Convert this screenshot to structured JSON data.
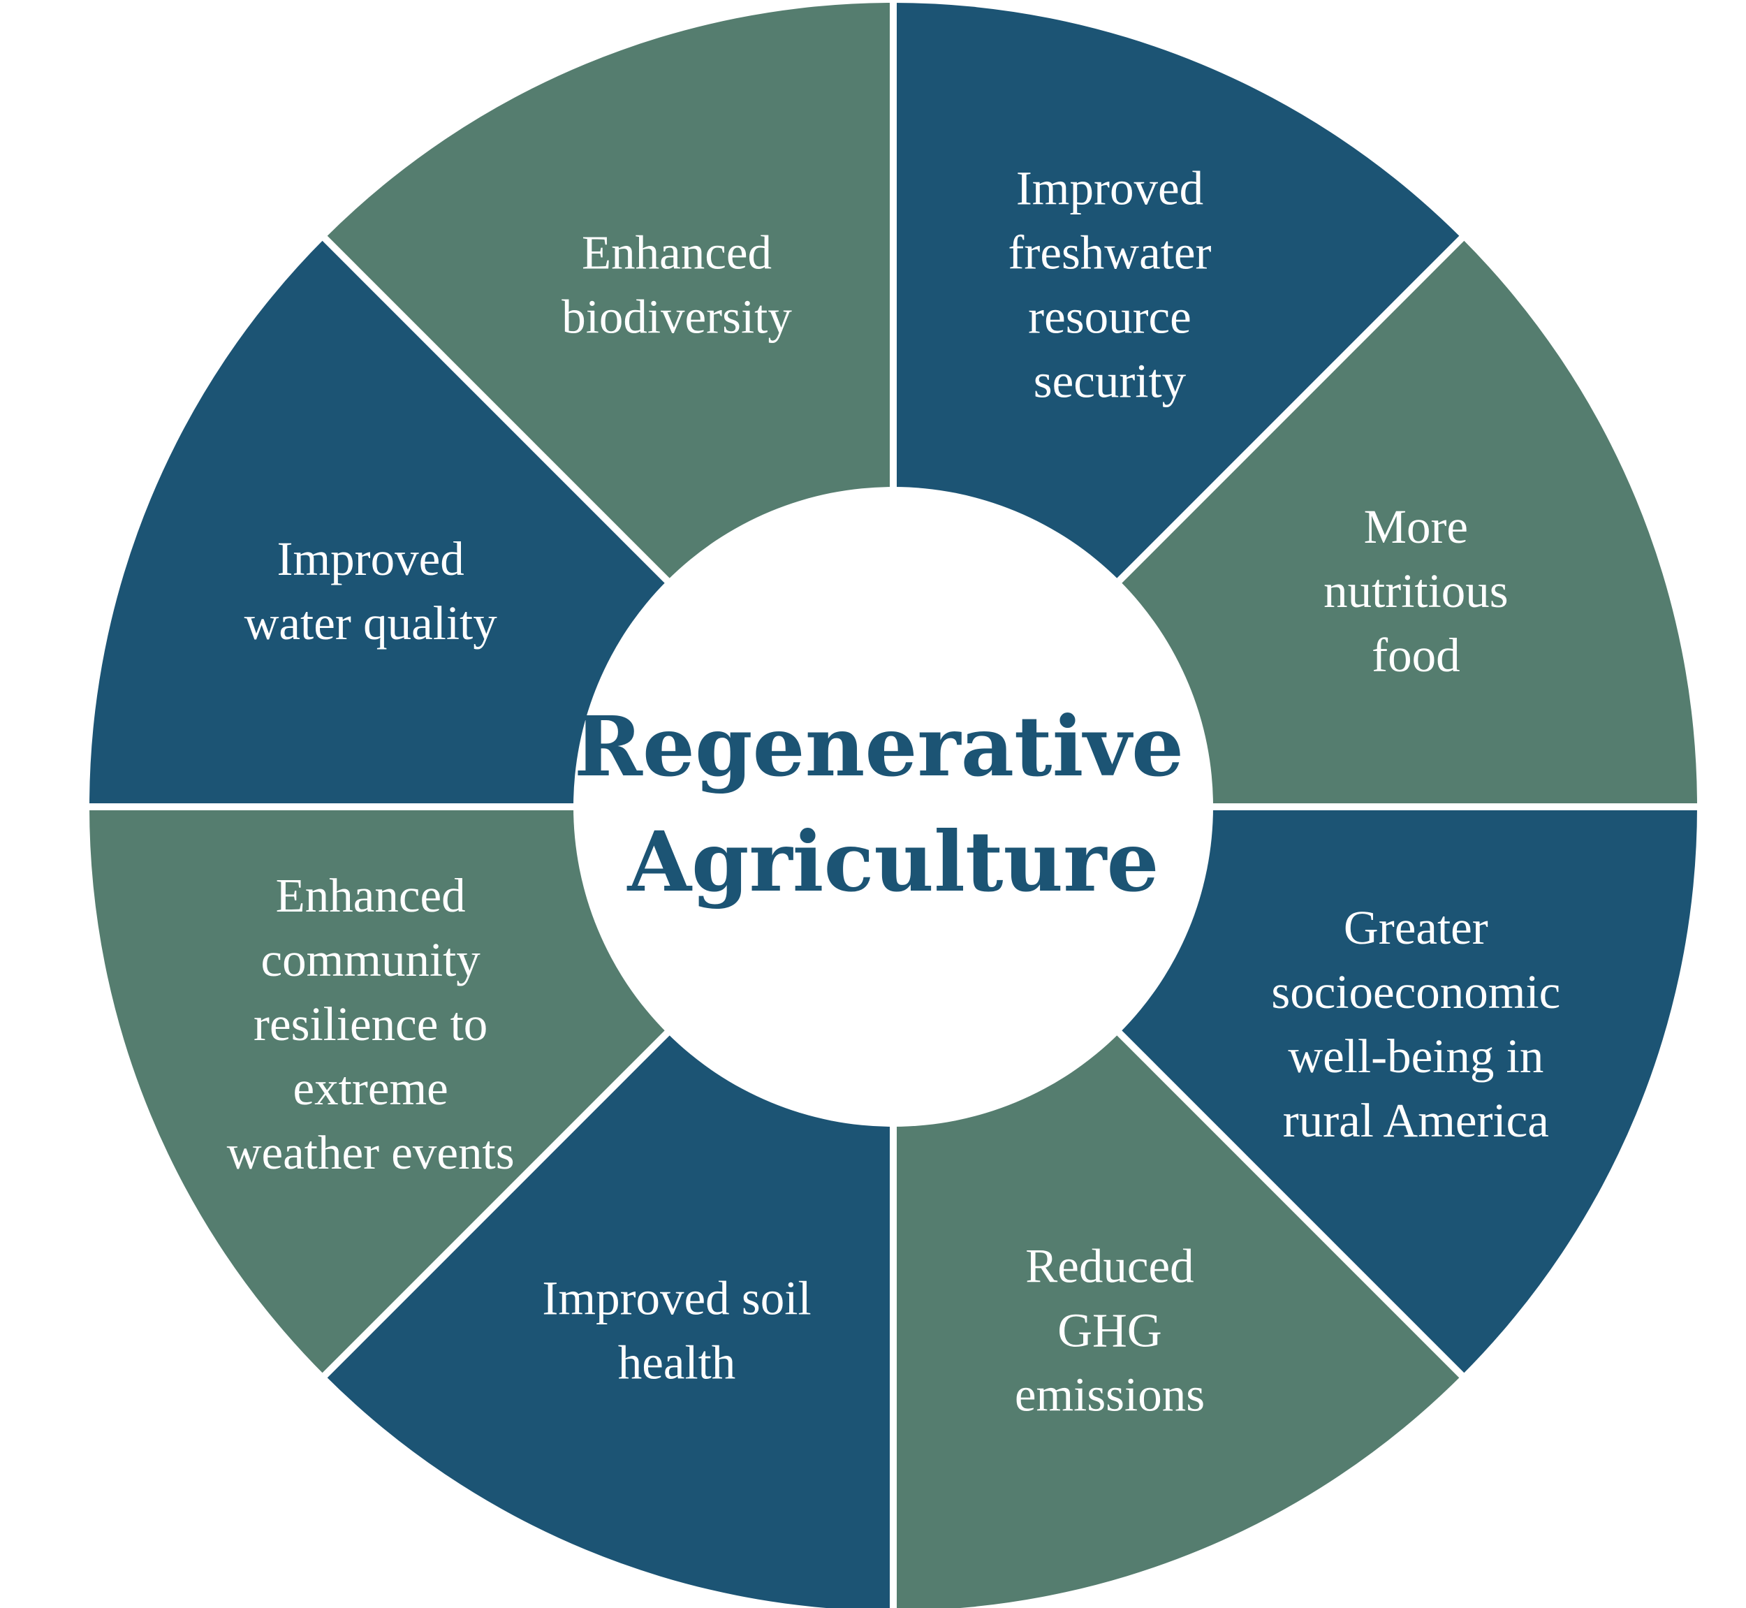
{
  "colors": {
    "blue": "#1c5474",
    "green": "#557d6f",
    "divider": "#ffffff",
    "center_fill": "#ffffff",
    "center_text": "#1c5474",
    "label_text": "#ffffff"
  },
  "center": {
    "title_lines": [
      "Regenerative",
      "Agriculture"
    ]
  },
  "segments": [
    {
      "name": "segment-freshwater",
      "color": "blue",
      "lines": [
        "Improved",
        "freshwater",
        "resource",
        "security"
      ]
    },
    {
      "name": "segment-nutritious-food",
      "color": "green",
      "lines": [
        "More",
        "nutritious",
        "food"
      ]
    },
    {
      "name": "segment-socioeconomic",
      "color": "blue",
      "lines": [
        "Greater",
        "socioeconomic",
        "well-being in",
        "rural America"
      ]
    },
    {
      "name": "segment-ghg",
      "color": "green",
      "lines": [
        "Reduced",
        "GHG",
        "emissions"
      ]
    },
    {
      "name": "segment-soil-health",
      "color": "blue",
      "lines": [
        "Improved soil",
        "health"
      ]
    },
    {
      "name": "segment-community-resilience",
      "color": "green",
      "lines": [
        "Enhanced",
        "community",
        "resilience to",
        "extreme",
        "weather events"
      ]
    },
    {
      "name": "segment-water-quality",
      "color": "blue",
      "lines": [
        "Improved",
        "water quality"
      ]
    },
    {
      "name": "segment-biodiversity",
      "color": "green",
      "lines": [
        "Enhanced",
        "biodiversity"
      ]
    }
  ]
}
